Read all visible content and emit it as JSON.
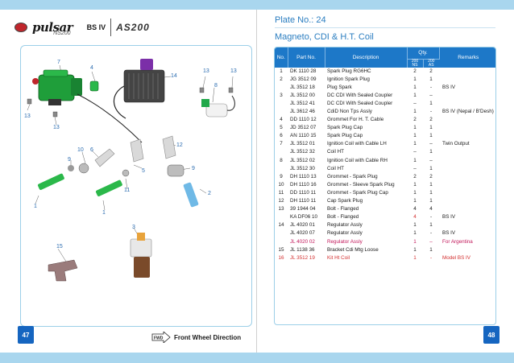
{
  "left_page": {
    "logo": {
      "brand": "pulsar",
      "brand_sub": "NS200",
      "variant": "BS IV",
      "model": "AS200"
    },
    "callouts": [
      "7",
      "4",
      "14",
      "13",
      "13",
      "8",
      "13",
      "13",
      "10",
      "6",
      "9",
      "12",
      "5",
      "9",
      "11",
      "2",
      "1",
      "1",
      "3",
      "15"
    ],
    "page_number": "47",
    "front_wheel_label": "Front Wheel Direction",
    "fwd_icon_text": "FWD"
  },
  "right_page": {
    "plate_label": "Plate No.: 24",
    "title": "Magneto, CDI & H.T. Coil",
    "page_number": "48",
    "table": {
      "headers": {
        "no": "No.",
        "part_no": "Part No.",
        "description": "Description",
        "qty": "Qty.",
        "qty_ns": "200\nNS",
        "qty_as": "200\nAS",
        "remarks": "Remarks"
      },
      "rows": [
        {
          "no": "1",
          "part": "DK 1110 28",
          "desc": "Spark Plug RG6HC",
          "ns": "2",
          "as": "2",
          "remarks": "",
          "color": ""
        },
        {
          "no": "2",
          "part": "JG 3512 09",
          "desc": "Ignition Spark Plug",
          "ns": "1",
          "as": "1",
          "remarks": "",
          "color": ""
        },
        {
          "no": "",
          "part": "JL 3512 18",
          "desc": "Plug Spark",
          "ns": "1",
          "as": "-",
          "remarks": "BS IV",
          "color": ""
        },
        {
          "no": "3",
          "part": "JL 3512 00",
          "desc": "DC CDI With Sealed Coupler",
          "ns": "1",
          "as": "–",
          "remarks": "",
          "color": ""
        },
        {
          "no": "",
          "part": "JL 3512 41",
          "desc": "DC CDI With Sealed Coupler",
          "ns": "–",
          "as": "1",
          "remarks": "",
          "color": ""
        },
        {
          "no": "",
          "part": "JL 3612 46",
          "desc": "CdiD Non Tps Assly",
          "ns": "1",
          "as": "-",
          "remarks": "BS IV (Nepal / B'Desh)",
          "color": ""
        },
        {
          "no": "4",
          "part": "DD 1110 12",
          "desc": "Grommet For H. T. Cable",
          "ns": "2",
          "as": "2",
          "remarks": "",
          "color": ""
        },
        {
          "no": "5",
          "part": "JD 3512 07",
          "desc": "Spark Plug Cap",
          "ns": "1",
          "as": "1",
          "remarks": "",
          "color": ""
        },
        {
          "no": "6",
          "part": "AN 1110 15",
          "desc": "Spark Plug Cap",
          "ns": "1",
          "as": "1",
          "remarks": "",
          "color": ""
        },
        {
          "no": "7",
          "part": "JL 3512 01",
          "desc": "Ignition Coil with Cable  LH",
          "ns": "1",
          "as": "–",
          "remarks": "Twin Output",
          "color": ""
        },
        {
          "no": "",
          "part": "JL 3512 32",
          "desc": "Coil HT",
          "ns": "–",
          "as": "1",
          "remarks": "",
          "color": ""
        },
        {
          "no": "8",
          "part": "JL 3512 02",
          "desc": "Ignition Coil with Cable RH",
          "ns": "1",
          "as": "–",
          "remarks": "",
          "color": ""
        },
        {
          "no": "",
          "part": "JL 3512 30",
          "desc": "Coil HT",
          "ns": "–",
          "as": "1",
          "remarks": "",
          "color": ""
        },
        {
          "no": "9",
          "part": "DH 1110 13",
          "desc": "Grommet - Spark Plug",
          "ns": "2",
          "as": "2",
          "remarks": "",
          "color": ""
        },
        {
          "no": "10",
          "part": "DH 1110 16",
          "desc": "Grommet - Sleeve Spark Plug",
          "ns": "1",
          "as": "1",
          "remarks": "",
          "color": ""
        },
        {
          "no": "11",
          "part": "DD 1110 11",
          "desc": "Grommet - Spark Plug Cap",
          "ns": "1",
          "as": "1",
          "remarks": "",
          "color": ""
        },
        {
          "no": "12",
          "part": "DH 1110 11",
          "desc": "Cap Spark Plug",
          "ns": "1",
          "as": "1",
          "remarks": "",
          "color": ""
        },
        {
          "no": "13",
          "part": "39 1944 04",
          "desc": "Bolt - Flanged",
          "ns": "4",
          "as": "4",
          "remarks": "",
          "color": ""
        },
        {
          "no": "",
          "part": "KA DF06 10",
          "desc": "Bolt - Flanged",
          "ns": "4",
          "as": "-",
          "remarks": "BS IV",
          "color": "redqty"
        },
        {
          "no": "14",
          "part": "JL 4020 01",
          "desc": "Regulator Assly",
          "ns": "1",
          "as": "1",
          "remarks": "",
          "color": ""
        },
        {
          "no": "",
          "part": "JL 4020 07",
          "desc": "Regulator Assly",
          "ns": "1",
          "as": "-",
          "remarks": "BS IV",
          "color": ""
        },
        {
          "no": "",
          "part": "JL 4020 02",
          "desc": "Regulator Assly",
          "ns": "1",
          "as": "–",
          "remarks": "For Argentina",
          "color": "pink"
        },
        {
          "no": "15",
          "part": "JL 1138 36",
          "desc": "Bracket Cdi Mtg Loose",
          "ns": "1",
          "as": "1",
          "remarks": "",
          "color": ""
        },
        {
          "no": "16",
          "part": "JL 3512 19",
          "desc": "Kit Ht Coil",
          "ns": "1",
          "as": "-",
          "remarks": "Model BS IV",
          "color": "red"
        }
      ]
    }
  },
  "colors": {
    "accent_blue": "#1d78c8",
    "band": "#a9d6ee",
    "title_blue": "#2a7dc0",
    "red": "#d32f2f",
    "pink": "#c2185b"
  }
}
